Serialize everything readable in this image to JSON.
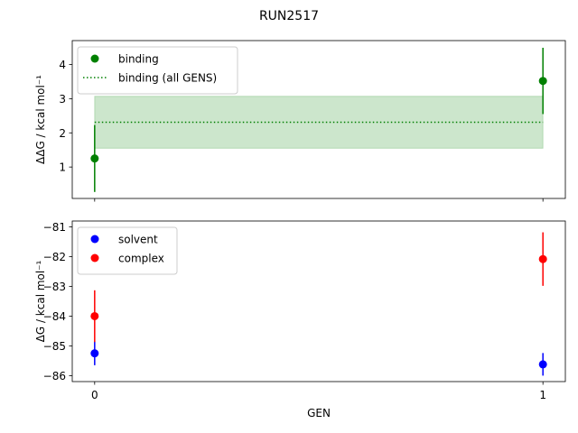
{
  "chart_data": [
    {
      "type": "scatter",
      "title": "RUN2517",
      "ylabel": "ΔΔG / kcal mol⁻¹",
      "xlabel": "",
      "xlim": [
        -0.05,
        1.05
      ],
      "ylim": [
        0.08,
        4.7
      ],
      "yticks": [
        1,
        2,
        3,
        4
      ],
      "xticks": [
        0,
        1
      ],
      "show_xtick_labels": false,
      "grid": false,
      "legend_position": "upper-left",
      "series": [
        {
          "name": "binding",
          "color": "#008000",
          "x": [
            0,
            1
          ],
          "y": [
            1.25,
            3.52
          ],
          "yerr": [
            0.98,
            0.97
          ]
        }
      ],
      "reference": {
        "name": "binding (all GENS)",
        "color": "#008000",
        "value": 2.31,
        "band": [
          1.55,
          3.07
        ],
        "x_range": [
          0,
          1
        ]
      }
    },
    {
      "type": "scatter",
      "xlabel": "GEN",
      "ylabel": "ΔG / kcal mol⁻¹",
      "xlim": [
        -0.05,
        1.05
      ],
      "ylim": [
        -86.2,
        -80.8
      ],
      "yticks": [
        -86,
        -85,
        -84,
        -83,
        -82,
        -81
      ],
      "ytick_labels": [
        "−86",
        "−85",
        "−84",
        "−83",
        "−82",
        "−81"
      ],
      "xticks": [
        0,
        1
      ],
      "xtick_labels": [
        "0",
        "1"
      ],
      "grid": false,
      "legend_position": "upper-left",
      "series": [
        {
          "name": "solvent",
          "color": "#0000ff",
          "x": [
            0,
            1
          ],
          "y": [
            -85.25,
            -85.62
          ],
          "yerr": [
            0.4,
            0.38
          ]
        },
        {
          "name": "complex",
          "color": "#ff0000",
          "x": [
            0,
            1
          ],
          "y": [
            -84.0,
            -82.08
          ],
          "yerr": [
            0.87,
            0.9
          ]
        }
      ]
    }
  ]
}
